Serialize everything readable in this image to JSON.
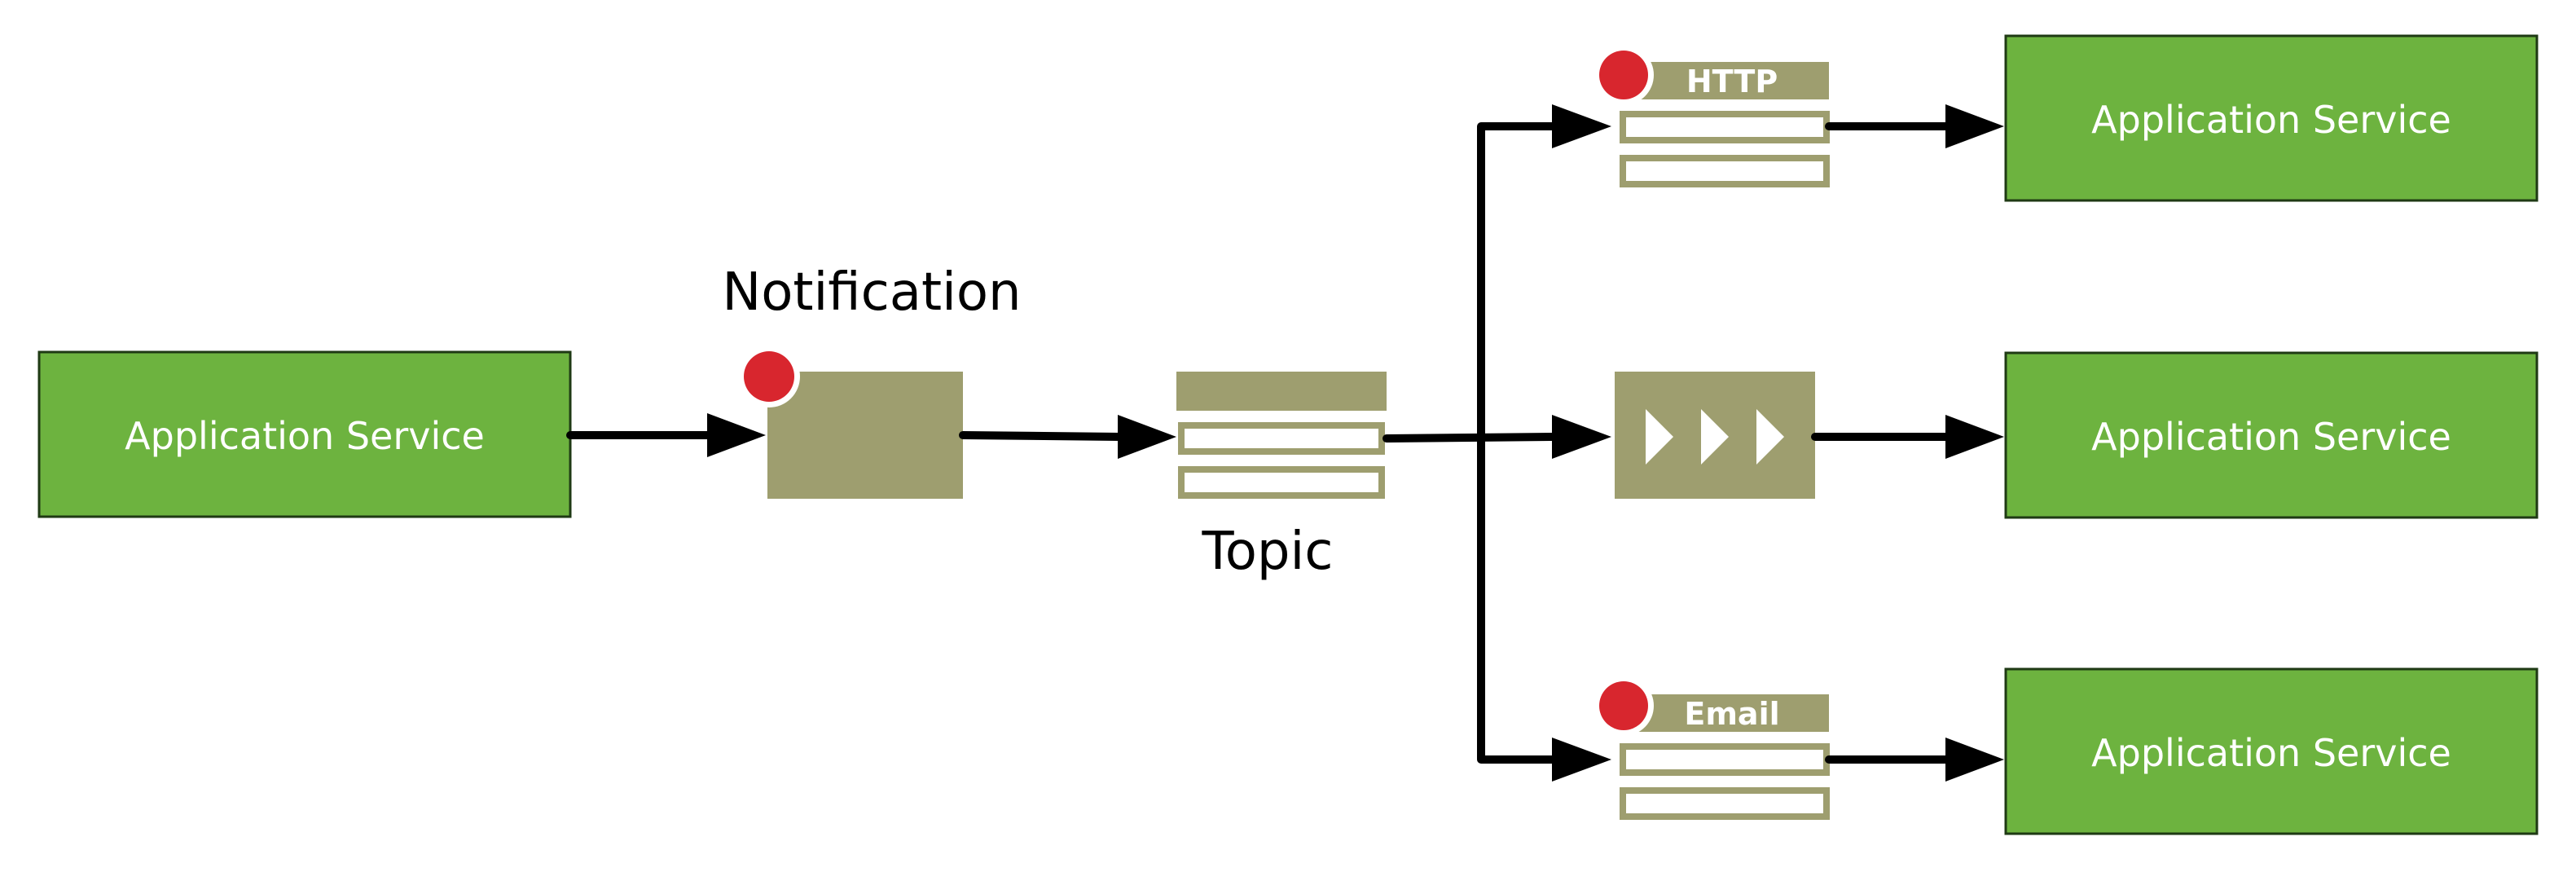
{
  "colors": {
    "service_fill": "#6db33f",
    "service_stroke": "#1f3a14",
    "olive": "#9e9e6f",
    "notification_dot": "#d8262e",
    "arrow": "#000000"
  },
  "source_service": {
    "label": "Application Service"
  },
  "notification": {
    "label": "Notification"
  },
  "topic": {
    "label": "Topic"
  },
  "subscriptions": [
    {
      "tag": "HTTP",
      "icon": "http-subscription-icon"
    },
    {
      "tag": "",
      "icon": "queue-arrows-icon"
    },
    {
      "tag": "Email",
      "icon": "email-subscription-icon"
    }
  ],
  "target_services": [
    {
      "label": "Application Service"
    },
    {
      "label": "Application Service"
    },
    {
      "label": "Application Service"
    }
  ]
}
